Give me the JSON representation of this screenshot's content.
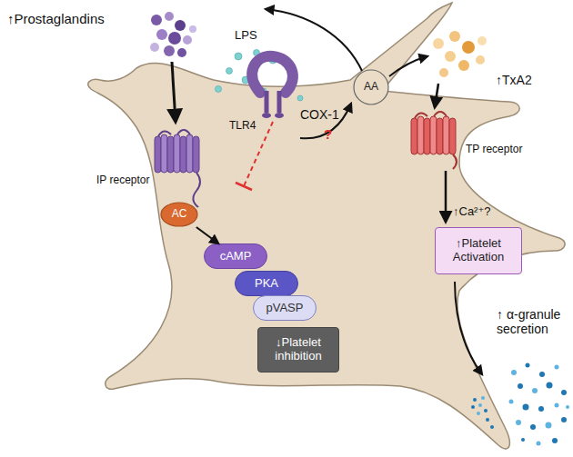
{
  "diagram": {
    "nodes": [
      {
        "text": [
          "AC"
        ]
      },
      {
        "text": [
          "cAMP"
        ]
      },
      {
        "text": [
          "PKA"
        ]
      },
      {
        "text": [
          "pVASP"
        ]
      },
      {
        "text": [
          "↓Platelet inhibition"
        ]
      },
      {
        "text": [
          "AA"
        ]
      },
      {
        "text": [
          "↑Platelet Activation"
        ]
      }
    ],
    "edges": [
      {
        "from": 0,
        "to": 1,
        "arrow": "to"
      }
    ],
    "labels": [
      "↑Prostaglandins",
      "IP receptor",
      "LPS",
      "TLR4",
      "COX-1",
      "?",
      "↑TxA2",
      "TP receptor",
      "↑Ca²⁺?",
      "↑ α-granule secretion"
    ]
  }
}
